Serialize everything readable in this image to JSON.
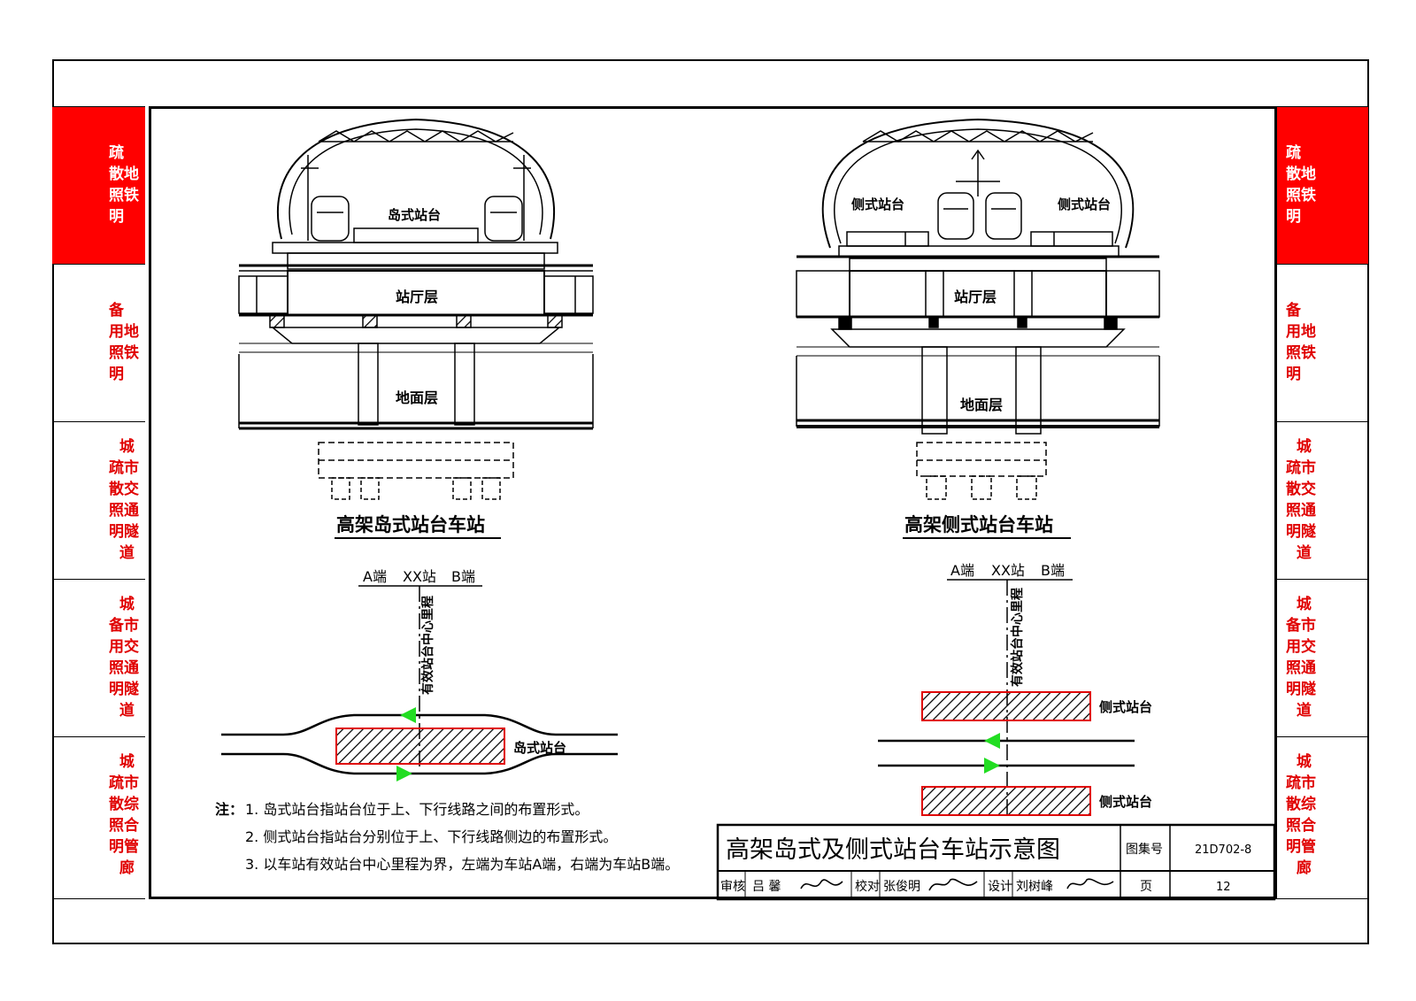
{
  "tabs": [
    {
      "lines": "疏\n散地\n照铁\n明",
      "active": true
    },
    {
      "lines": "备\n用地\n照铁\n明",
      "active": false
    },
    {
      "lines": "  城\n疏市\n散交\n照通\n明隧\n  道",
      "active": false
    },
    {
      "lines": "  城\n备市\n用交\n照通\n明隧\n  道",
      "active": false
    },
    {
      "lines": "  城\n疏市\n散综\n照合\n明管\n  廊",
      "active": false
    }
  ],
  "left_section": {
    "title": "高架岛式站台车站",
    "platform_label": "岛式站台",
    "hall_label": "站厅层",
    "ground_label": "地面层"
  },
  "right_section": {
    "title": "高架侧式站台车站",
    "platform_label_left": "侧式站台",
    "platform_label_right": "侧式站台",
    "hall_label": "站厅层",
    "ground_label": "地面层"
  },
  "plan_left": {
    "end_a": "A端",
    "station": "XX站",
    "end_b": "B端",
    "center_label": "有效站台中心里程",
    "platform_label": "岛式站台"
  },
  "plan_right": {
    "end_a": "A端",
    "station": "XX站",
    "end_b": "B端",
    "center_label": "有效站台中心里程",
    "platform_label_top": "侧式站台",
    "platform_label_bottom": "侧式站台"
  },
  "notes": {
    "prefix": "注：",
    "items": [
      "1. 岛式站台指站台位于上、下行线路之间的布置形式。",
      "2. 侧式站台指站台分别位于上、下行线路侧边的布置形式。",
      "3. 以车站有效站台中心里程为界，左端为车站A端，右端为车站B端。"
    ]
  },
  "title_block": {
    "title": "高架岛式及侧式站台车站示意图",
    "atlas_label": "图集号",
    "atlas_value": "21D702-8",
    "page_label": "页",
    "page_value": "12",
    "review_label": "审核",
    "review_name": "吕 馨",
    "check_label": "校对",
    "check_name": "张俊明",
    "design_label": "设计",
    "design_name": "刘树峰"
  },
  "colors": {
    "tab_active": "#ff0000",
    "tab_text": "#e00000",
    "arrow": "#22dd22",
    "hatch_border": "#e00000"
  }
}
